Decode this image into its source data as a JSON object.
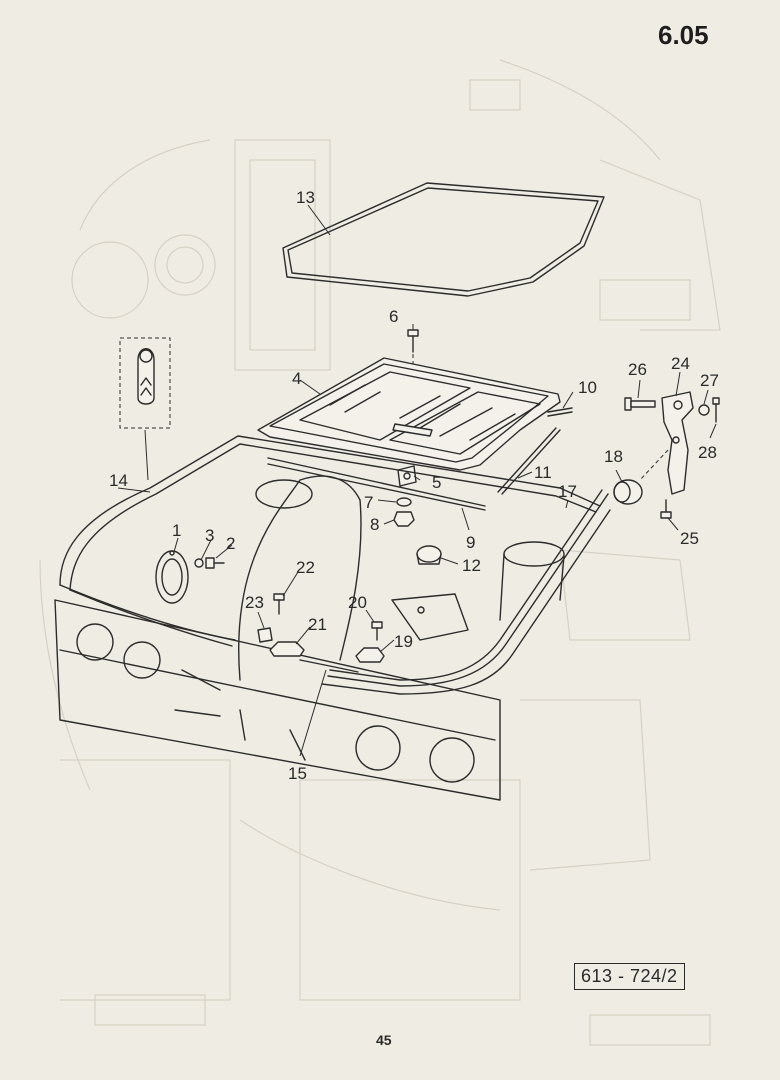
{
  "header": {
    "section_number": "6.05"
  },
  "footer": {
    "reference_code": "613 - 724/2",
    "page_number": "45"
  },
  "callouts": [
    {
      "id": "13",
      "text": "13"
    },
    {
      "id": "6",
      "text": "6"
    },
    {
      "id": "4",
      "text": "4"
    },
    {
      "id": "10",
      "text": "10"
    },
    {
      "id": "26",
      "text": "26"
    },
    {
      "id": "24",
      "text": "24"
    },
    {
      "id": "27",
      "text": "27"
    },
    {
      "id": "28",
      "text": "28"
    },
    {
      "id": "5",
      "text": "5"
    },
    {
      "id": "11",
      "text": "11"
    },
    {
      "id": "18",
      "text": "18"
    },
    {
      "id": "14",
      "text": "14"
    },
    {
      "id": "7",
      "text": "7"
    },
    {
      "id": "8",
      "text": "8"
    },
    {
      "id": "17",
      "text": "17"
    },
    {
      "id": "9",
      "text": "9"
    },
    {
      "id": "25",
      "text": "25"
    },
    {
      "id": "1",
      "text": "1"
    },
    {
      "id": "3",
      "text": "3"
    },
    {
      "id": "2",
      "text": "2"
    },
    {
      "id": "12",
      "text": "12"
    },
    {
      "id": "22",
      "text": "22"
    },
    {
      "id": "23",
      "text": "23"
    },
    {
      "id": "20",
      "text": "20"
    },
    {
      "id": "21",
      "text": "21"
    },
    {
      "id": "19",
      "text": "19"
    },
    {
      "id": "15",
      "text": "15"
    }
  ]
}
